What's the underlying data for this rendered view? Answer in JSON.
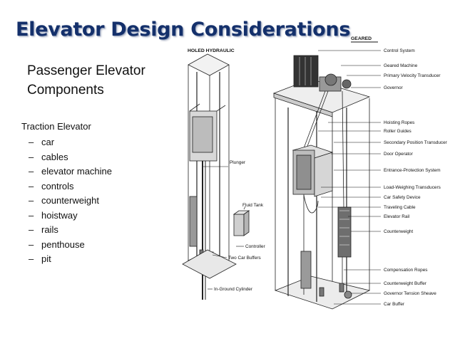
{
  "title": "Elevator Design Considerations",
  "subtitle": [
    "Passenger Elevator",
    "Components"
  ],
  "list": {
    "heading": "Traction Elevator",
    "items": [
      "car",
      "cables",
      "elevator machine",
      "controls",
      "counterweight",
      "hoistway",
      "rails",
      "penthouse",
      "pit"
    ]
  },
  "diagram": {
    "hydraulic_caption": "HOLED HYDRAULIC",
    "geared_caption": "GEARED",
    "hydraulic_labels": [
      "Plunger",
      "Fluid Tank",
      "Controller",
      "Two Car Buffers",
      "In-Ground Cylinder"
    ],
    "geared_labels": [
      "Control System",
      "Geared Machine",
      "Primary Velocity Transducer",
      "Governor",
      "Hoisting Ropes",
      "Roller Guides",
      "Secondary Position Transducer",
      "Door Operator",
      "Entrance-Protection System",
      "Load-Weighing Transducers",
      "Car Safety Device",
      "Traveling Cable",
      "Elevator Rail",
      "Counterweight",
      "Compensation Ropes",
      "Counterweight Buffer",
      "Governor Tension Sheave",
      "Car Buffer"
    ]
  },
  "colors": {
    "title": "#14306b",
    "text": "#111111"
  }
}
